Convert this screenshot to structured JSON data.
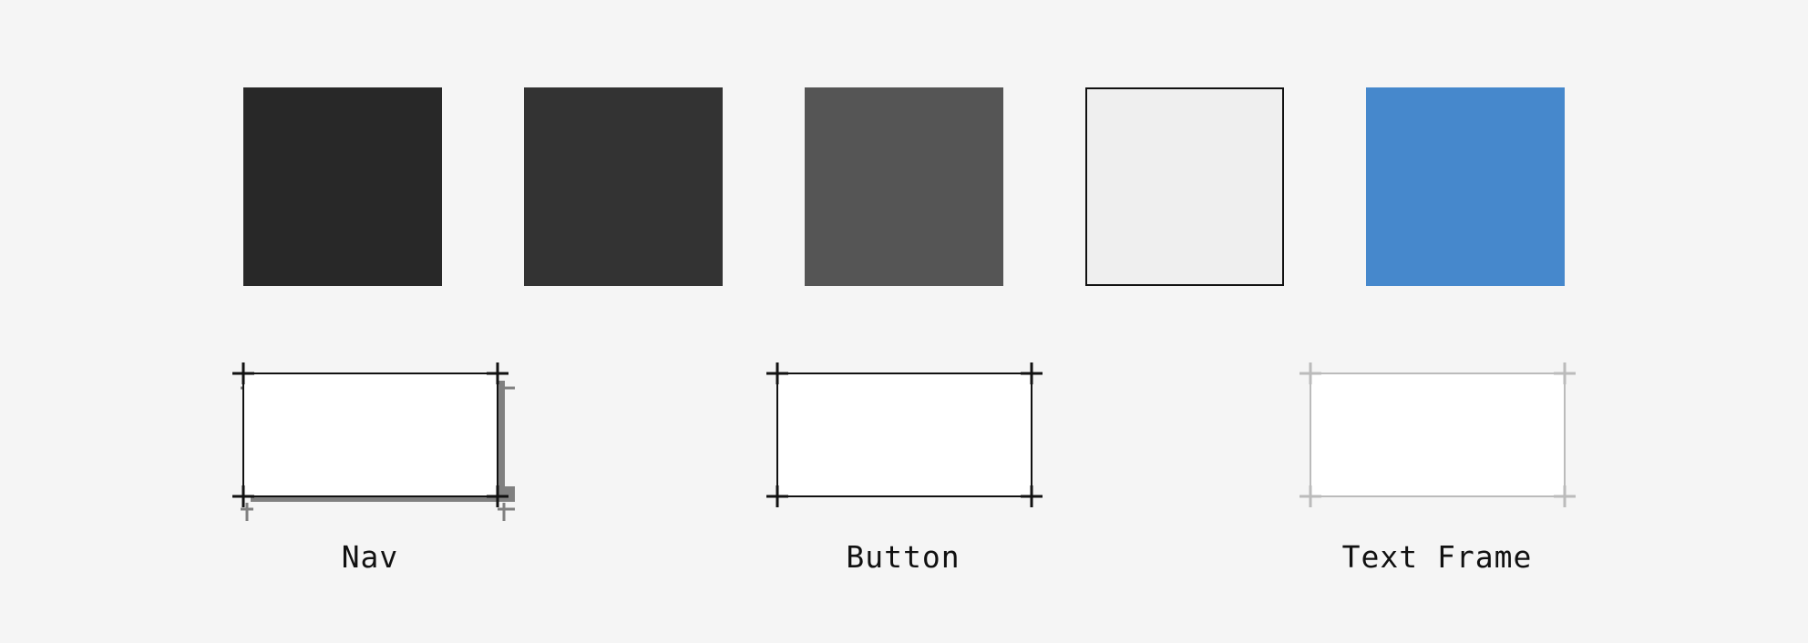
{
  "swatches": [
    {
      "id": "sw0",
      "color": "#282828",
      "outlined": false
    },
    {
      "id": "sw1",
      "color": "#333333",
      "outlined": false
    },
    {
      "id": "sw2",
      "color": "#555555",
      "outlined": false
    },
    {
      "id": "sw3",
      "color": "#efefef",
      "outlined": true
    },
    {
      "id": "sw4",
      "color": "#4688cc",
      "outlined": false
    }
  ],
  "components": [
    {
      "id": "comp-nav",
      "label": "Nav",
      "frame_color": "#111111",
      "shadow_color": "#808080",
      "has_shadow": true
    },
    {
      "id": "comp-button",
      "label": "Button",
      "frame_color": "#111111",
      "has_shadow": false
    },
    {
      "id": "comp-textframe",
      "label": "Text Frame",
      "frame_color": "#bbbbbb",
      "has_shadow": false
    }
  ],
  "labels": {
    "nav": "Nav",
    "button": "Button",
    "text_frame": "Text Frame"
  }
}
